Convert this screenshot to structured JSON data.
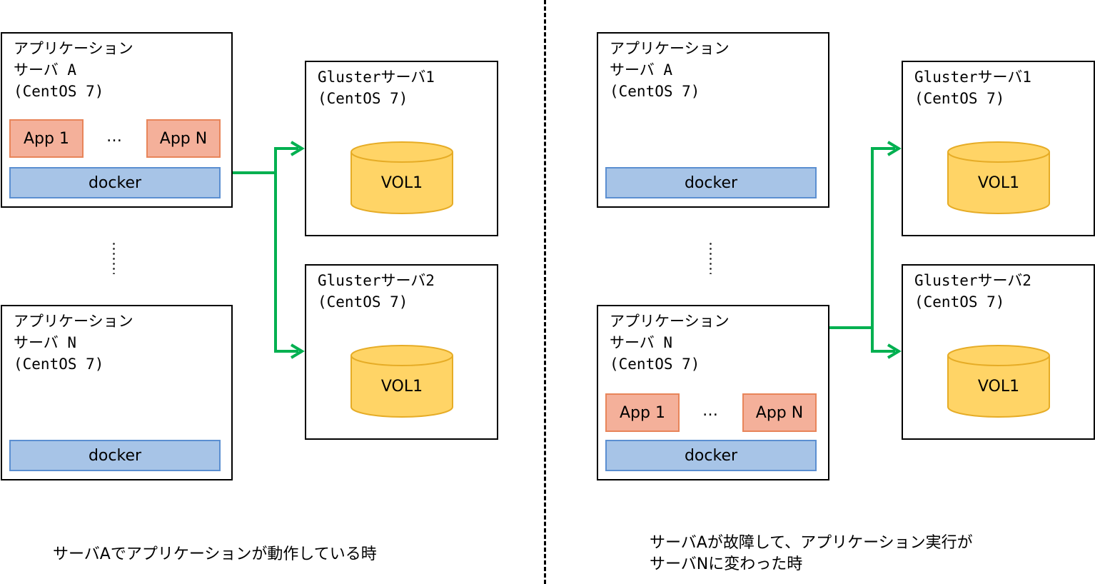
{
  "left": {
    "app_server_a": {
      "line1": "アプリケーション",
      "line2": "サーバ A",
      "line3": "(CentOS 7)",
      "apps": [
        "App 1",
        "…",
        "App N"
      ],
      "docker": "docker"
    },
    "app_server_n": {
      "line1": "アプリケーション",
      "line2": "サーバ N",
      "line3": "(CentOS 7)",
      "docker": "docker"
    },
    "gluster1": {
      "line1": "Glusterサーバ1",
      "line2": "(CentOS 7)",
      "volume": "VOL1"
    },
    "gluster2": {
      "line1": "Glusterサーバ2",
      "line2": "(CentOS 7)",
      "volume": "VOL1"
    },
    "caption": "サーバAでアプリケーションが動作している時"
  },
  "right": {
    "app_server_a": {
      "line1": "アプリケーション",
      "line2": "サーバ A",
      "line3": "(CentOS 7)",
      "docker": "docker"
    },
    "app_server_n": {
      "line1": "アプリケーション",
      "line2": "サーバ N",
      "line3": "(CentOS 7)",
      "apps": [
        "App 1",
        "…",
        "App N"
      ],
      "docker": "docker"
    },
    "gluster1": {
      "line1": "Glusterサーバ1",
      "line2": "(CentOS 7)",
      "volume": "VOL1"
    },
    "gluster2": {
      "line1": "Glusterサーバ2",
      "line2": "(CentOS 7)",
      "volume": "VOL1"
    },
    "caption_line1": "サーバAが故障して、アプリケーション実行が",
    "caption_line2": "サーバNに変わった時"
  },
  "colors": {
    "app_fill": "#f4b09a",
    "app_border": "#e8855a",
    "docker_fill": "#a7c4e7",
    "docker_border": "#5b8fd1",
    "volume_fill": "#ffd466",
    "volume_border": "#e6ac26",
    "connector": "#00b050"
  }
}
